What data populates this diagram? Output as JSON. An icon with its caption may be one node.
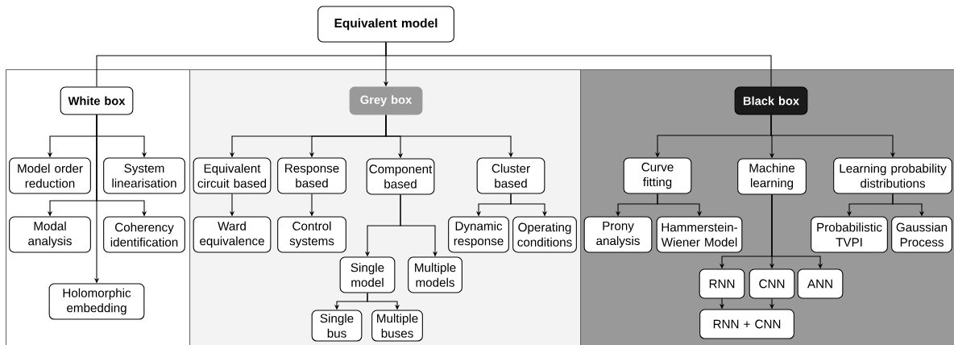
{
  "diagram": {
    "nodes": [
      {
        "text": [
          "Equivalent model"
        ]
      },
      {
        "text": [],
        "shape": "box"
      },
      {
        "text": [
          "White box"
        ],
        "in": 1
      },
      {
        "text": [
          "Model order reduction"
        ],
        "in": 1
      },
      {
        "text": [
          "System linearisation"
        ],
        "in": 1
      },
      {
        "text": [
          "Modal analysis"
        ],
        "in": 1
      },
      {
        "text": [
          "Coherency identification"
        ],
        "in": 1
      },
      {
        "text": [
          "Holomorphic embedding"
        ],
        "in": 1
      },
      {
        "text": [],
        "shape": "box"
      },
      {
        "text": [
          "Grey box"
        ],
        "in": 8
      },
      {
        "text": [
          "Equivalent circuit based"
        ],
        "in": 8
      },
      {
        "text": [
          "Response based"
        ],
        "in": 8
      },
      {
        "text": [
          "Component based"
        ],
        "in": 8
      },
      {
        "text": [
          "Cluster based"
        ],
        "in": 8
      },
      {
        "text": [
          "Ward equivalence"
        ],
        "in": 8
      },
      {
        "text": [
          "Control systems"
        ],
        "in": 8
      },
      {
        "text": [
          "Dynamic response"
        ],
        "in": 8
      },
      {
        "text": [
          "Operating conditions"
        ],
        "in": 8
      },
      {
        "text": [
          "Single model"
        ],
        "in": 8
      },
      {
        "text": [
          "Multiple models"
        ],
        "in": 8
      },
      {
        "text": [
          "Single bus"
        ],
        "in": 8
      },
      {
        "text": [
          "Multiple buses"
        ],
        "in": 8
      },
      {
        "text": [],
        "shape": "box"
      },
      {
        "text": [
          "Black box"
        ],
        "in": 22
      },
      {
        "text": [
          "Curve fitting"
        ],
        "in": 22
      },
      {
        "text": [
          "Machine learning"
        ],
        "in": 22
      },
      {
        "text": [
          "Learning probability distributions"
        ],
        "in": 22
      },
      {
        "text": [
          "Prony analysis"
        ],
        "in": 22
      },
      {
        "text": [
          "Hammerstein-Wiener Model"
        ],
        "in": 22
      },
      {
        "text": [
          "Probabilistic TVPI"
        ],
        "in": 22
      },
      {
        "text": [
          "Gaussian Process"
        ],
        "in": 22
      },
      {
        "text": [
          "RNN"
        ],
        "in": 22
      },
      {
        "text": [
          "CNN"
        ],
        "in": 22
      },
      {
        "text": [
          "ANN"
        ],
        "in": 22
      },
      {
        "text": [
          "RNN + CNN"
        ],
        "in": 22
      }
    ],
    "edges": [
      {
        "from": 0,
        "to": 2,
        "arrow": "none"
      },
      {
        "from": 0,
        "to": 9,
        "arrow": "to"
      },
      {
        "from": 0,
        "to": 23,
        "arrow": "none"
      },
      {
        "from": 2,
        "to": 3,
        "arrow": "to"
      },
      {
        "from": 2,
        "to": 4,
        "arrow": "to"
      },
      {
        "from": 2,
        "to": 5,
        "arrow": "to"
      },
      {
        "from": 2,
        "to": 6,
        "arrow": "to"
      },
      {
        "from": 2,
        "to": 7,
        "arrow": "to"
      },
      {
        "from": 9,
        "to": 10,
        "arrow": "to"
      },
      {
        "from": 9,
        "to": 11,
        "arrow": "to"
      },
      {
        "from": 9,
        "to": 12,
        "arrow": "to"
      },
      {
        "from": 9,
        "to": 13,
        "arrow": "to"
      },
      {
        "from": 10,
        "to": 14,
        "arrow": "to"
      },
      {
        "from": 11,
        "to": 15,
        "arrow": "to"
      },
      {
        "from": 13,
        "to": 16,
        "arrow": "to"
      },
      {
        "from": 13,
        "to": 17,
        "arrow": "to"
      },
      {
        "from": 12,
        "to": 18,
        "arrow": "to"
      },
      {
        "from": 12,
        "to": 19,
        "arrow": "to"
      },
      {
        "from": 18,
        "to": 20,
        "arrow": "to"
      },
      {
        "from": 18,
        "to": 21,
        "arrow": "to"
      },
      {
        "from": 23,
        "to": 24,
        "arrow": "to"
      },
      {
        "from": 23,
        "to": 25,
        "arrow": "to"
      },
      {
        "from": 23,
        "to": 26,
        "arrow": "to"
      },
      {
        "from": 24,
        "to": 27,
        "arrow": "to"
      },
      {
        "from": 24,
        "to": 28,
        "arrow": "to"
      },
      {
        "from": 26,
        "to": 29,
        "arrow": "to"
      },
      {
        "from": 26,
        "to": 30,
        "arrow": "to"
      },
      {
        "from": 25,
        "to": 31,
        "arrow": "to"
      },
      {
        "from": 25,
        "to": 32,
        "arrow": "to"
      },
      {
        "from": 25,
        "to": 33,
        "arrow": "to"
      },
      {
        "from": 31,
        "to": 34,
        "arrow": "to"
      },
      {
        "from": 32,
        "to": 34,
        "arrow": "to"
      }
    ]
  }
}
